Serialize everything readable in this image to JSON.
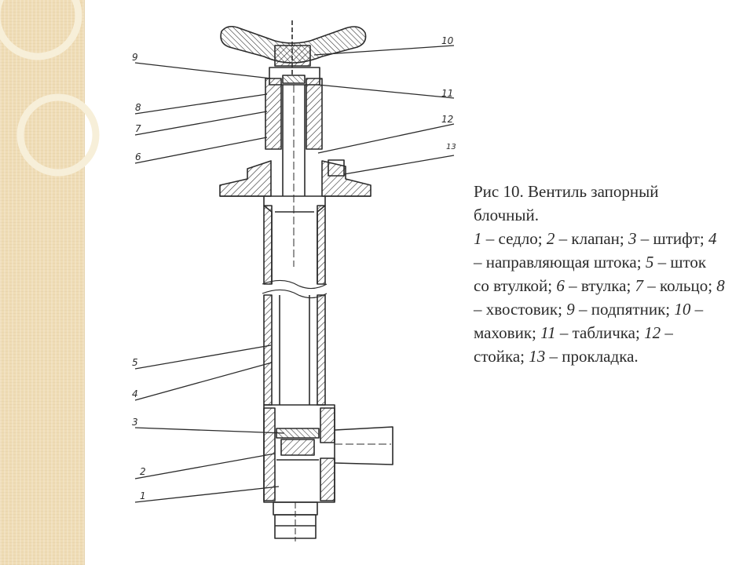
{
  "colors": {
    "band": "#efdcb5",
    "ring": "#f7efd9",
    "ink": "#2b2b2b",
    "text": "#2b2b2b"
  },
  "drawing": {
    "callouts": [
      "1",
      "2",
      "3",
      "4",
      "5",
      "6",
      "7",
      "8",
      "9",
      "10",
      "11",
      "12",
      "13"
    ]
  },
  "caption": {
    "title": "Рис 10. Вентиль запорный блочный.",
    "parts": [
      {
        "num": "1",
        "name": "седло"
      },
      {
        "num": "2",
        "name": "клапан"
      },
      {
        "num": "3",
        "name": "штифт"
      },
      {
        "num": "4",
        "name": "направляющая штока"
      },
      {
        "num": "5",
        "name": "шток со втулкой"
      },
      {
        "num": "6",
        "name": "втулка"
      },
      {
        "num": "7",
        "name": "кольцо"
      },
      {
        "num": "8",
        "name": "хвостовик"
      },
      {
        "num": "9",
        "name": "подпятник"
      },
      {
        "num": "10",
        "name": "маховик"
      },
      {
        "num": "11",
        "name": "табличка"
      },
      {
        "num": "12",
        "name": "стойка"
      },
      {
        "num": "13",
        "name": "прокладка"
      }
    ]
  }
}
